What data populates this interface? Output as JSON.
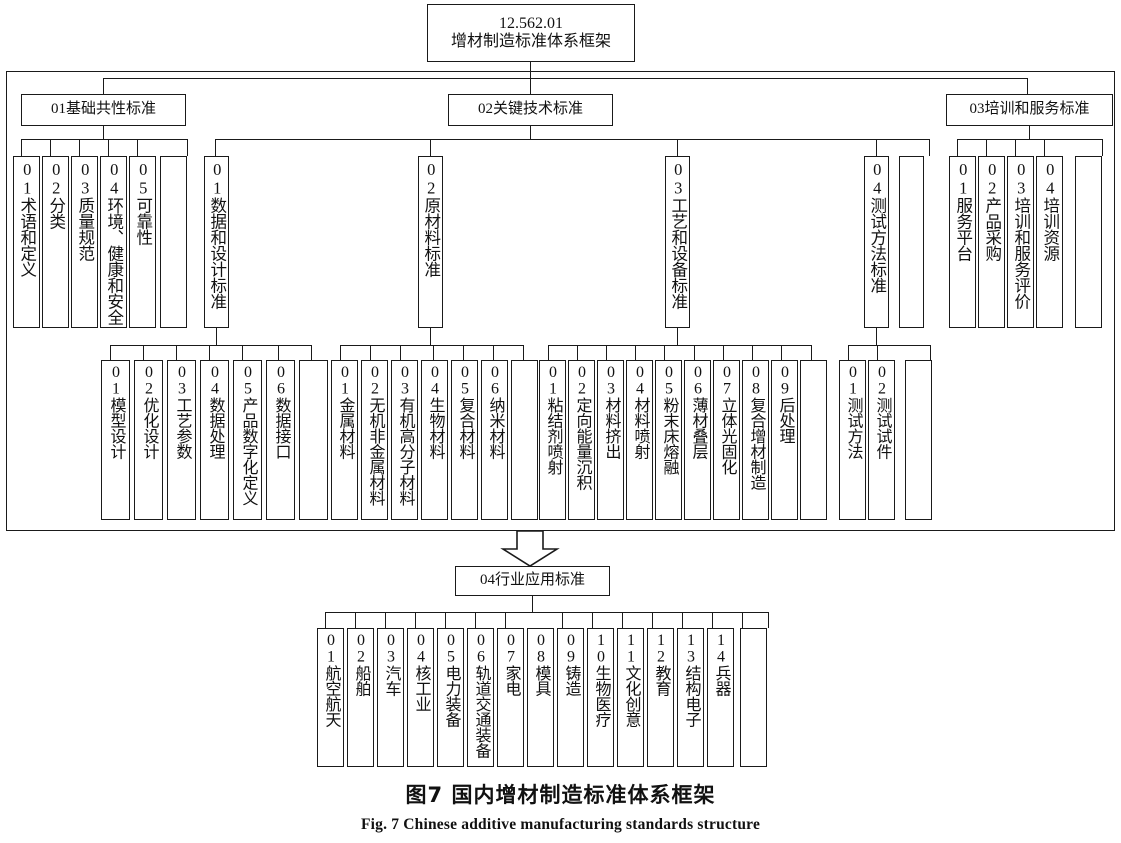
{
  "figure": {
    "caption_cn": "图7   国内增材制造标准体系框架",
    "caption_en": "Fig. 7   Chinese additive manufacturing standards structure"
  },
  "root": {
    "code": "12.562.01",
    "title": "增材制造标准体系框架"
  },
  "level1": [
    {
      "id": "basic",
      "label": "01基础共性标准"
    },
    {
      "id": "key-tech",
      "label": "02关键技术标准"
    },
    {
      "id": "training",
      "label": "03培训和服务标准"
    }
  ],
  "basic_children": [
    {
      "label": "01术语和定义"
    },
    {
      "label": "02分类"
    },
    {
      "label": "03质量规范"
    },
    {
      "label": "04环境、健康和安全"
    },
    {
      "label": "05可靠性"
    },
    {
      "label": ""
    }
  ],
  "keytech_children": [
    {
      "label": "01数据和设计标准"
    },
    {
      "label": "02原材料标准"
    },
    {
      "label": "03工艺和设备标准"
    },
    {
      "label": "04测试方法标准"
    },
    {
      "label": ""
    }
  ],
  "training_children": [
    {
      "label": "01服务平台"
    },
    {
      "label": "02产品采购"
    },
    {
      "label": "03培训和服务评价"
    },
    {
      "label": "04培训资源"
    },
    {
      "label": ""
    }
  ],
  "design_children": [
    {
      "label": "01模型设计"
    },
    {
      "label": "02优化设计"
    },
    {
      "label": "03工艺参数"
    },
    {
      "label": "04数据处理"
    },
    {
      "label": "05产品数字化定义"
    },
    {
      "label": "06数据接口"
    },
    {
      "label": ""
    }
  ],
  "material_children": [
    {
      "label": "01金属材料"
    },
    {
      "label": "02无机非金属材料"
    },
    {
      "label": "03有机高分子材料"
    },
    {
      "label": "04生物材料"
    },
    {
      "label": "05复合材料"
    },
    {
      "label": "06纳米材料"
    },
    {
      "label": ""
    }
  ],
  "process_children": [
    {
      "label": "01粘结剂喷射"
    },
    {
      "label": "02定向能量沉积"
    },
    {
      "label": "03材料挤出"
    },
    {
      "label": "04材料喷射"
    },
    {
      "label": "05粉末床熔融"
    },
    {
      "label": "06薄材叠层"
    },
    {
      "label": "07立体光固化"
    },
    {
      "label": "08复合增材制造"
    },
    {
      "label": "09后处理"
    },
    {
      "label": ""
    }
  ],
  "test_children": [
    {
      "label": "01测试方法"
    },
    {
      "label": "02测试试件"
    },
    {
      "label": ""
    }
  ],
  "industry": {
    "title": "04行业应用标准",
    "children": [
      {
        "label": "01航空航天"
      },
      {
        "label": "02船舶"
      },
      {
        "label": "03汽车"
      },
      {
        "label": "04核工业"
      },
      {
        "label": "05电力装备"
      },
      {
        "label": "06轨道交通装备"
      },
      {
        "label": "07家电"
      },
      {
        "label": "08模具"
      },
      {
        "label": "09铸造"
      },
      {
        "label": "10生物医疗"
      },
      {
        "label": "11文化创意"
      },
      {
        "label": "12教育"
      },
      {
        "label": "13结构电子"
      },
      {
        "label": "14兵器"
      },
      {
        "label": ""
      }
    ]
  },
  "colors": {
    "line": "#1a1a1a",
    "background": "#ffffff"
  }
}
